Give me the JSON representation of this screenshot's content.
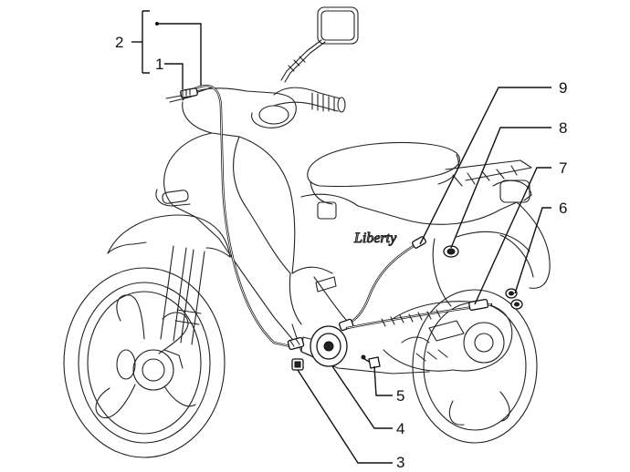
{
  "diagram": {
    "callouts": [
      {
        "id": "2",
        "label": "2"
      },
      {
        "id": "1",
        "label": "1"
      },
      {
        "id": "9",
        "label": "9"
      },
      {
        "id": "8",
        "label": "8"
      },
      {
        "id": "7",
        "label": "7"
      },
      {
        "id": "6",
        "label": "6"
      },
      {
        "id": "5",
        "label": "5"
      },
      {
        "id": "4",
        "label": "4"
      },
      {
        "id": "3",
        "label": "3"
      }
    ],
    "tank_logo": "Liberty",
    "colors": {
      "ink": "#111111",
      "paper": "#ffffff"
    }
  }
}
